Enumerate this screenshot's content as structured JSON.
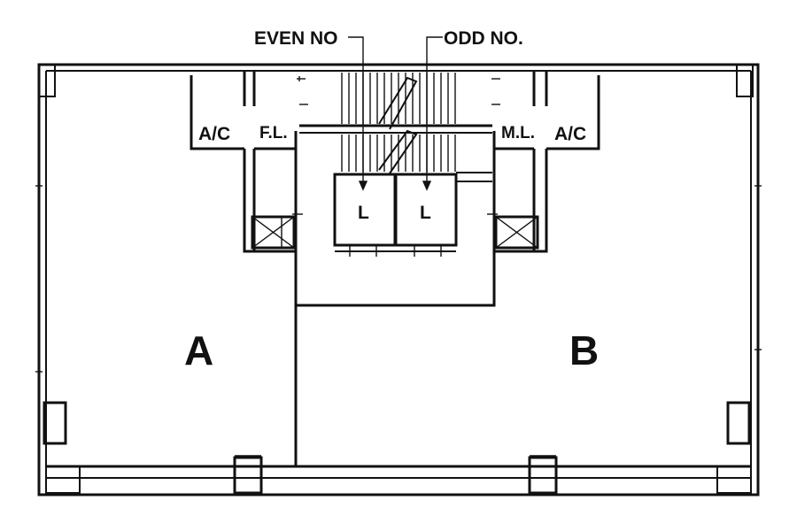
{
  "labels": {
    "stair_even": "EVEN NO",
    "stair_odd": "ODD NO.",
    "ac_left": "A/C",
    "fl": "F.L.",
    "ml": "M.L.",
    "ac_right": "A/C",
    "lift_left": "L",
    "lift_right": "L",
    "unit_a": "A",
    "unit_b": "B"
  }
}
